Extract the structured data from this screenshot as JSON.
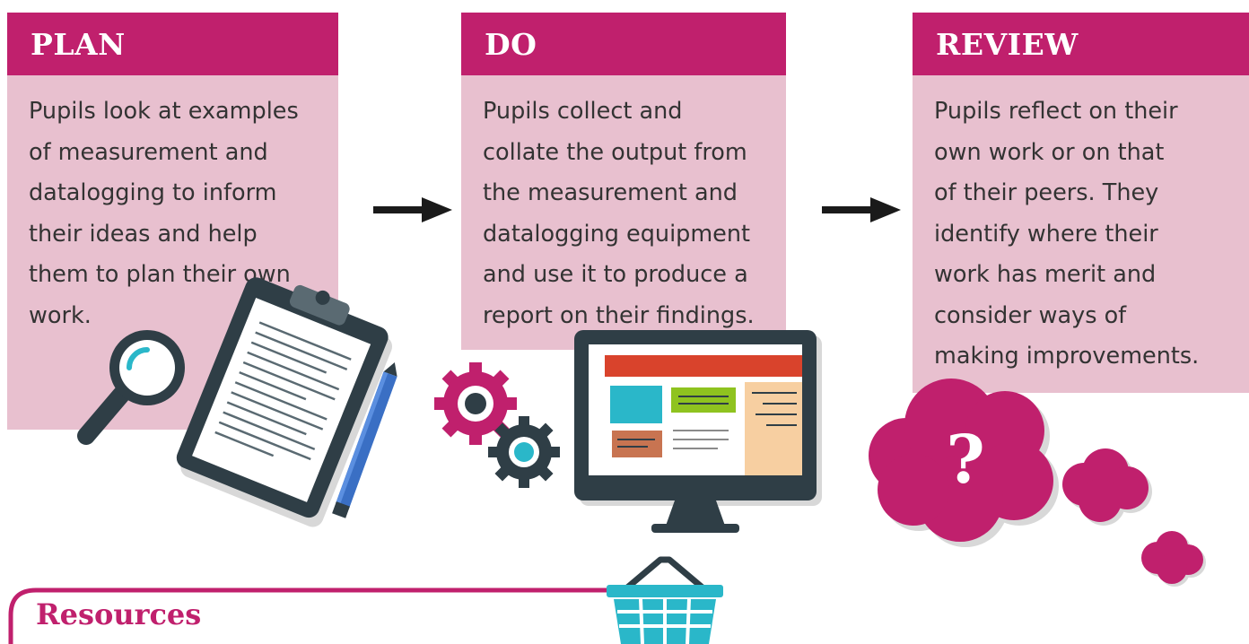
{
  "columns": {
    "plan": {
      "title": "PLAN",
      "lines": [
        "Pupils look at examples",
        "of measurement and",
        "datalogging to inform",
        "their ideas and help",
        "them to plan their own",
        "work."
      ]
    },
    "do": {
      "title": "DO",
      "lines": [
        "Pupils collect and",
        "collate the output from",
        "the measurement and",
        "datalogging equipment",
        "and use it to produce a",
        "report on their findings."
      ]
    },
    "review": {
      "title": "REVIEW",
      "lines": [
        "Pupils reflect on their",
        "own work or on that",
        "of their peers. They",
        "identify where their",
        "work has merit and",
        "consider ways of",
        "making improvements."
      ]
    }
  },
  "thought_bubble": {
    "symbol": "?"
  },
  "resources": {
    "title": "Resources"
  },
  "colors": {
    "accent": "#c0206d",
    "panel": "#e8c0cf",
    "dark": "#2f3e46",
    "text": "#333333"
  },
  "icons": [
    "magnifier-icon",
    "clipboard-icon",
    "pencil-icon",
    "gears-icon",
    "monitor-icon",
    "thought-cloud-icon",
    "basket-icon",
    "arrow-icon"
  ]
}
